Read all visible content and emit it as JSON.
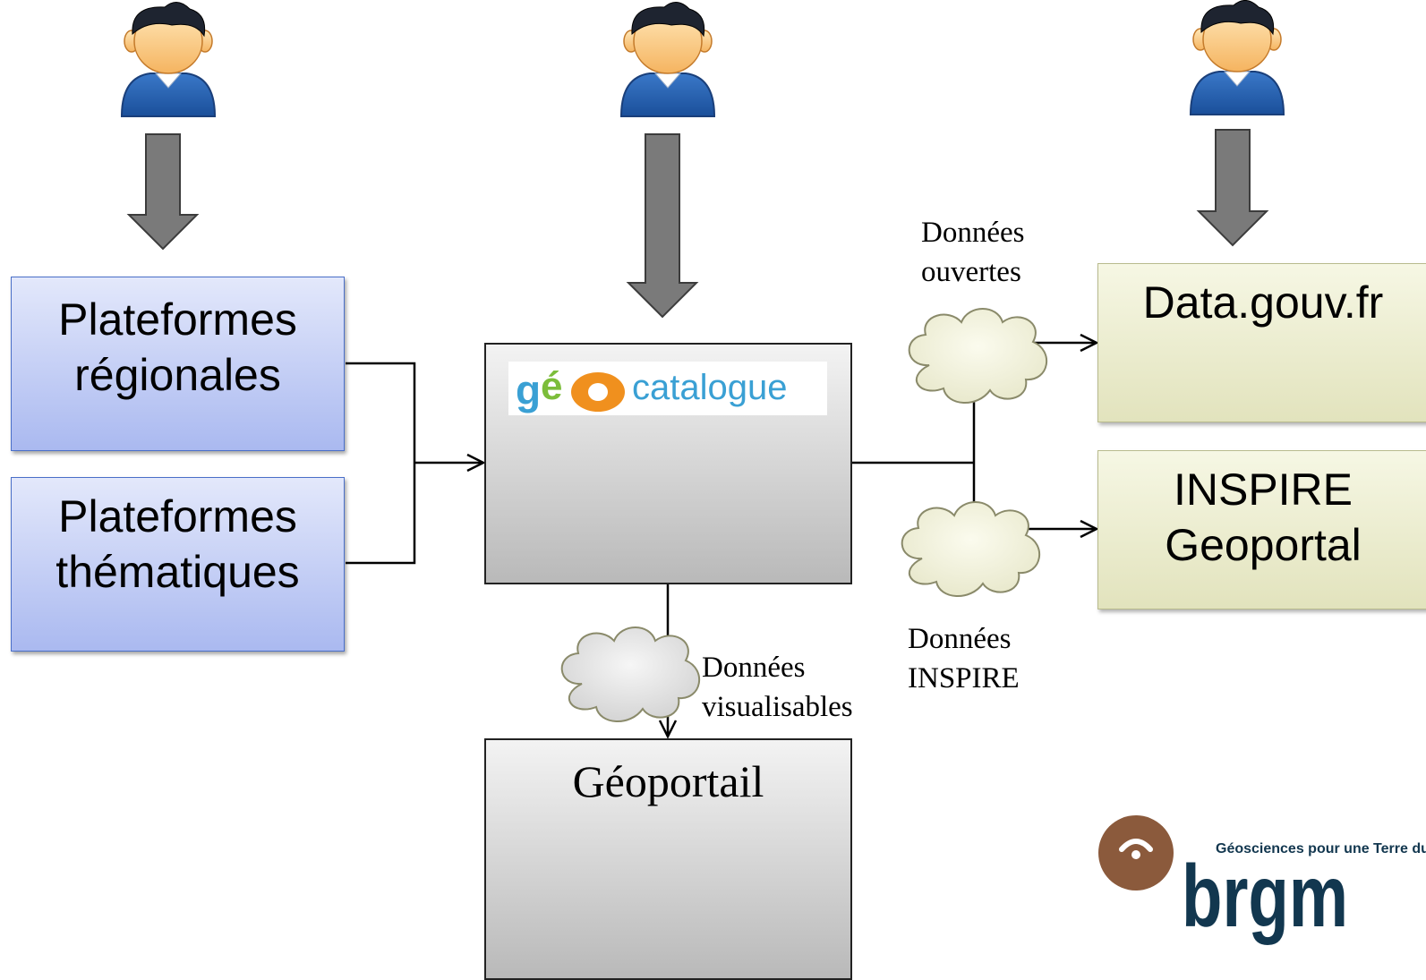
{
  "boxes": {
    "regionales_line1": "Plateformes",
    "regionales_line2": "régionales",
    "thematiques_line1": "Plateformes",
    "thematiques_line2": "thématiques",
    "datagouv": "Data.gouv.fr",
    "inspire_line1": "INSPIRE",
    "inspire_line2": "Geoportal",
    "geoportail": "Géoportail"
  },
  "labels": {
    "donnees_ouvertes_1": "Données",
    "donnees_ouvertes_2": "ouvertes",
    "donnees_inspire_1": "Données",
    "donnees_inspire_2": "INSPIRE",
    "donnees_visualisables_1": "Données",
    "donnees_visualisables_2": "visualisables"
  },
  "logos": {
    "geocatalogue_prefix": "géo",
    "geocatalogue_word": "catalogue",
    "brgm_tagline": "Géosciences pour une Terre du",
    "brgm_name": "brgm"
  },
  "icons": [
    "user-icon",
    "user-icon",
    "user-icon",
    "cloud-icon",
    "cloud-icon",
    "cloud-icon"
  ],
  "colors": {
    "blue_box": "#aab9f0",
    "yellow_box": "#e2e3bd",
    "grey_box": "#b9b9b9",
    "arrow_grey": "#7a7a7a",
    "geo_blue": "#3aa0d4",
    "geo_orange": "#f0901e",
    "geo_green": "#7cbd3a",
    "brgm_brown": "#8b5a3c",
    "brgm_navy": "#12374f"
  }
}
